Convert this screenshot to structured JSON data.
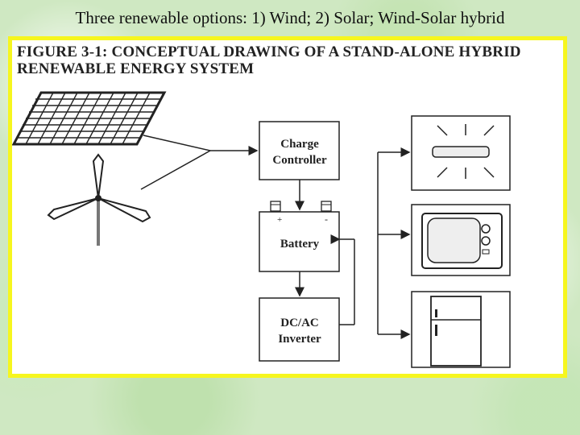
{
  "slide": {
    "title": "Three renewable options: 1) Wind; 2) Solar; Wind-Solar hybrid"
  },
  "figure": {
    "caption_line1": "FIGURE 3-1: CONCEPTUAL DRAWING OF A STAND-ALONE HYBRID",
    "caption_line2": "RENEWABLE ENERGY SYSTEM",
    "boxes": {
      "charge_controller": [
        "Charge",
        "Controller"
      ],
      "battery": [
        "Battery"
      ],
      "inverter": [
        "DC/AC",
        "Inverter"
      ]
    },
    "battery_terminals": {
      "left": "+",
      "right": "-"
    },
    "components": [
      "solar-panel-icon",
      "wind-turbine-icon",
      "light-bulb-icon",
      "television-icon",
      "refrigerator-icon"
    ]
  }
}
